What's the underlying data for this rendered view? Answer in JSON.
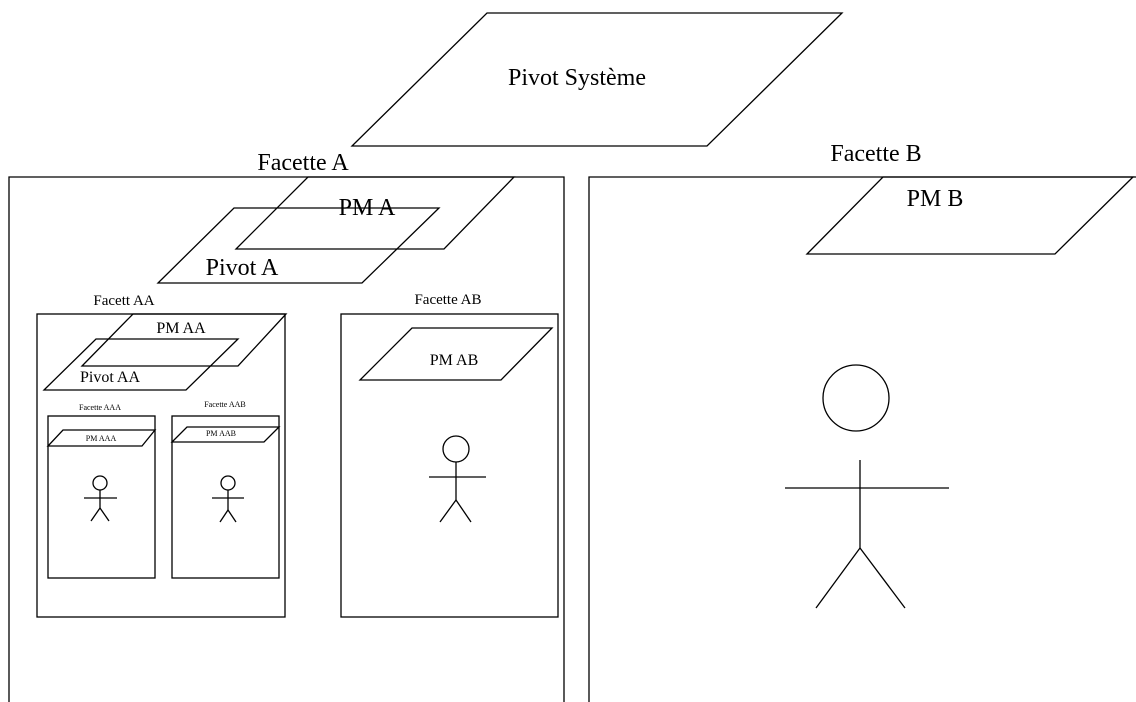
{
  "diagram": {
    "pivot_systeme": "Pivot Système",
    "facette_a": {
      "title": "Facette A",
      "pm": "PM A",
      "pivot": "Pivot A",
      "facette_aa": {
        "title": "Facett AA",
        "pm": "PM AA",
        "pivot": "Pivot AA",
        "facette_aaa": {
          "title": "Facette AAA",
          "pm": "PM AAA"
        },
        "facette_aab": {
          "title": "Facette AAB",
          "pm": "PM AAB"
        }
      },
      "facette_ab": {
        "title": "Facette AB",
        "pm": "PM AB"
      }
    },
    "facette_b": {
      "title": "Facette B",
      "pm": "PM B"
    }
  }
}
